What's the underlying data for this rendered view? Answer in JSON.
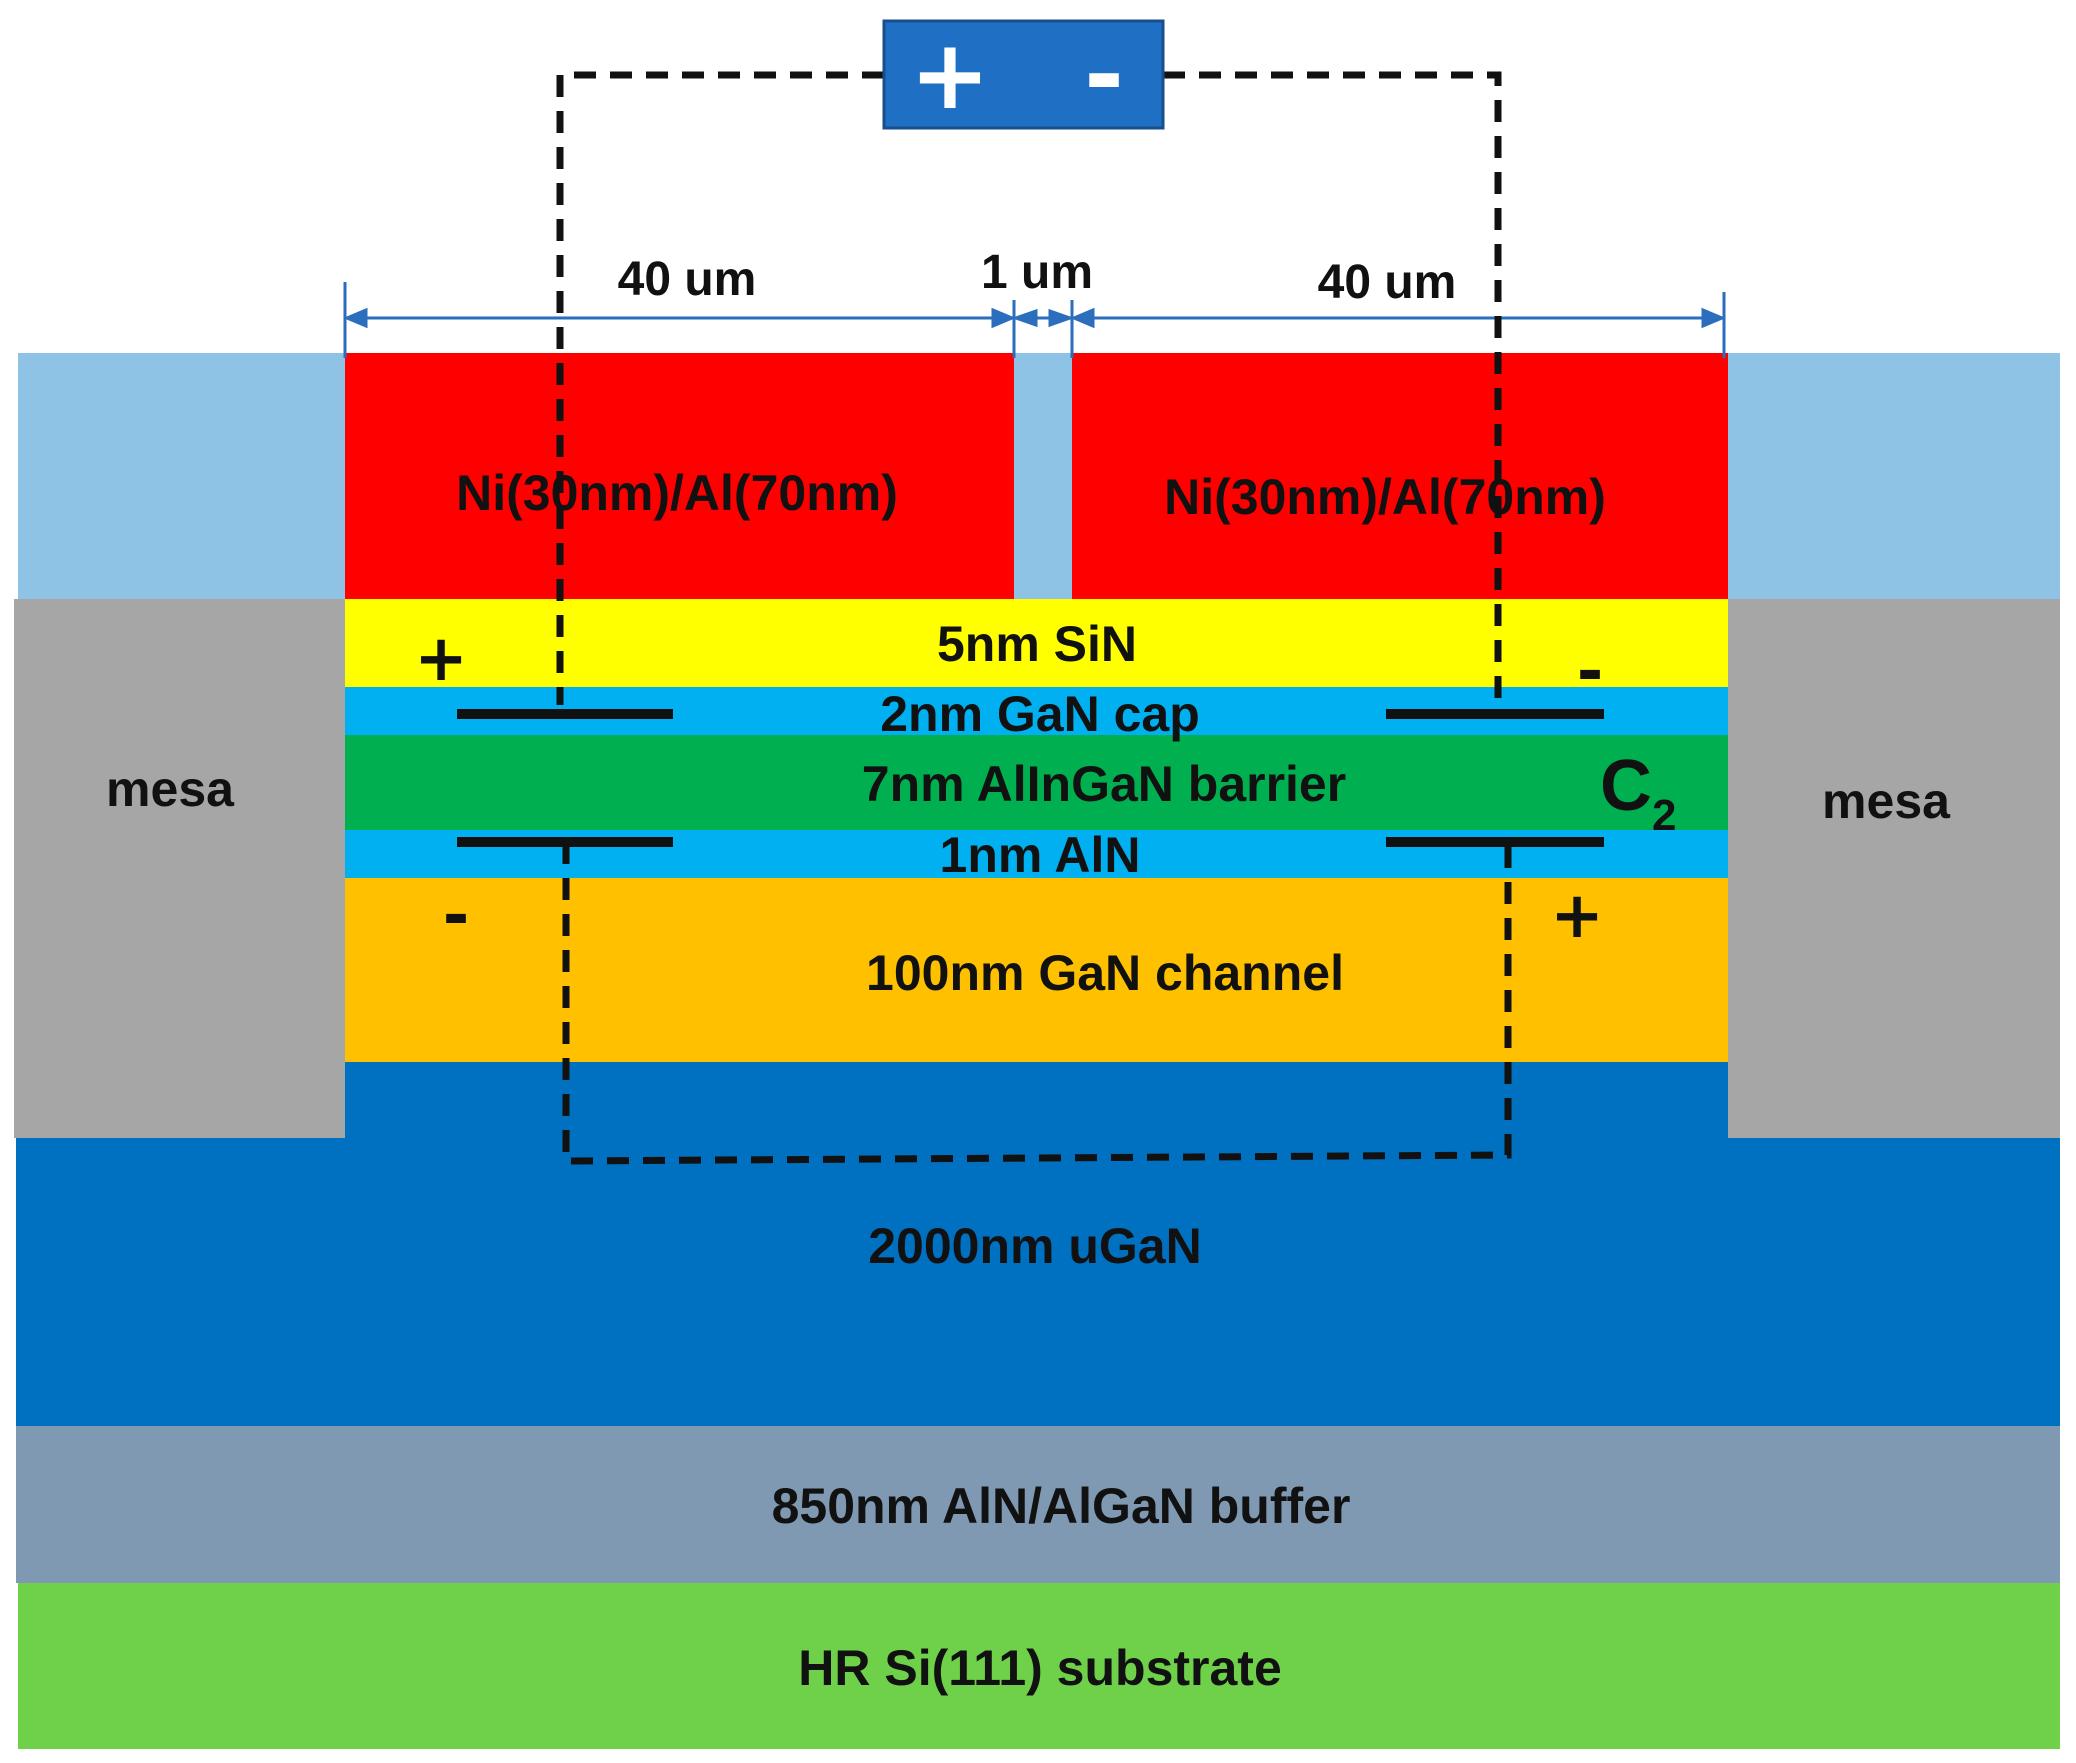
{
  "source": {
    "plus": "+",
    "minus": "-",
    "color": "#1f6fc4"
  },
  "dimensions": {
    "left_width": "40 um",
    "gap": "1 um",
    "right_width": "40 um",
    "arrow_color": "#2a6ebd"
  },
  "electrodes": {
    "left_label": "Ni(30nm)/Al(70nm)",
    "right_label": "Ni(30nm)/Al(70nm)",
    "color": "#ff0000"
  },
  "layers": {
    "sin": {
      "label": "5nm SiN",
      "color": "#ffff00"
    },
    "gan_cap": {
      "label": "2nm GaN cap",
      "color": "#00b0f0"
    },
    "barrier": {
      "label": "7nm AlInGaN barrier",
      "color": "#00b050"
    },
    "aln": {
      "label": "1nm AlN",
      "color": "#00b0f0"
    },
    "channel": {
      "label": "100nm GaN channel",
      "color": "#ffc000"
    },
    "ugan": {
      "label": "2000nm uGaN",
      "color": "#0070c0"
    },
    "buffer": {
      "label": "850nm AlN/AlGaN buffer",
      "color": "#8099b3"
    },
    "substrate": {
      "label": "HR Si(111) substrate",
      "color": "#6fd14a"
    },
    "passivation_color": "#8fc3e6"
  },
  "mesa": {
    "left_label": "mesa",
    "right_label": "mesa",
    "color": "#a6a6a6"
  },
  "capacitor": {
    "label": "C",
    "subscript": "2"
  },
  "signs": {
    "left_top": "+",
    "left_bottom": "-",
    "right_top": "-",
    "right_bottom": "+"
  }
}
